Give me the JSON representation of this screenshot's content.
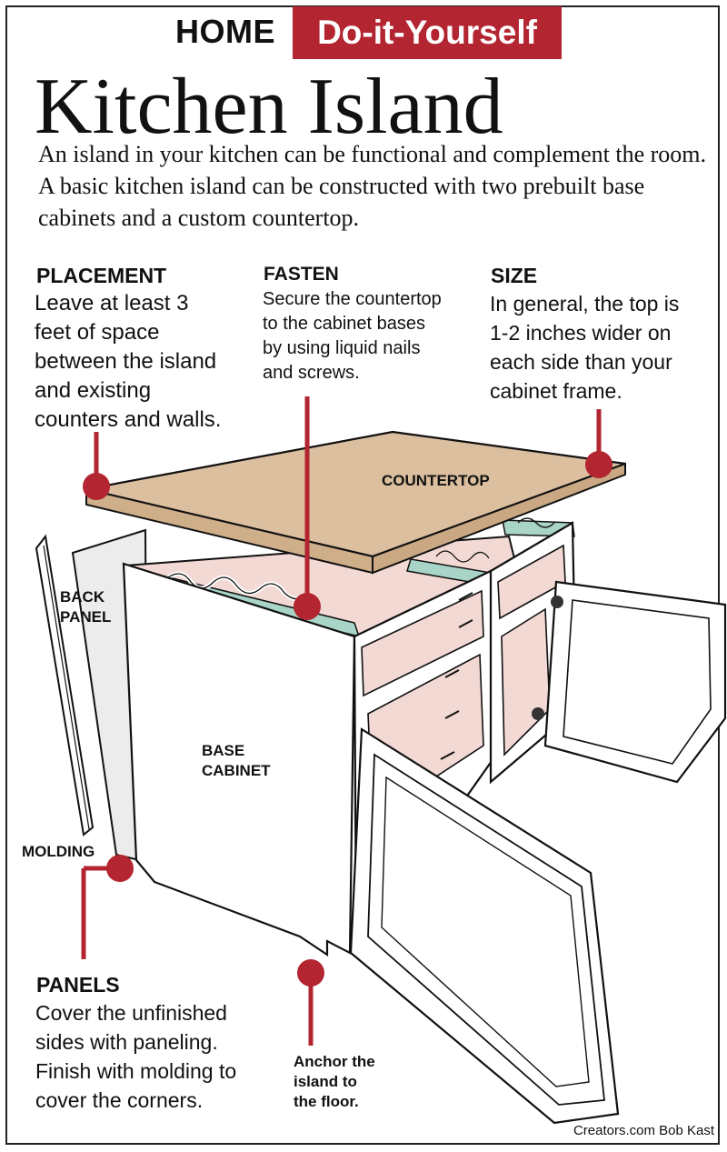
{
  "header": {
    "home": "HOME",
    "section": "Do-it-Yourself"
  },
  "title": "Kitchen Island",
  "intro": "An island in your kitchen can be functional and complement the room. A basic kitchen island can be constructed with two prebuilt base cabinets and a custom countertop.",
  "sections": {
    "placement": {
      "heading": "PLACEMENT",
      "lines": [
        "Leave at least 3",
        "feet of space",
        "between the island",
        "and existing",
        "counters and walls."
      ]
    },
    "fasten": {
      "heading": "FASTEN",
      "lines": [
        "Secure the countertop",
        "to the cabinet bases",
        "by using liquid nails",
        "and screws."
      ]
    },
    "size": {
      "heading": "SIZE",
      "lines": [
        "In general, the top is",
        "1-2 inches wider on",
        "each side than your",
        "cabinet frame."
      ]
    },
    "panels": {
      "heading": "PANELS",
      "lines": [
        "Cover the unfinished",
        "sides with paneling.",
        "Finish with molding to",
        "cover the corners."
      ]
    }
  },
  "labels": {
    "countertop": "COUNTERTOP",
    "back_panel": [
      "BACK",
      "PANEL"
    ],
    "base_cabinet": [
      "BASE",
      "CABINET"
    ],
    "molding": "MOLDING",
    "anchor": [
      "Anchor the",
      "island to",
      "the floor."
    ]
  },
  "credit": "Creators.com Bob Kast",
  "colors": {
    "accent": "#b32530",
    "countertop": "#dcbf9f",
    "cabinet_interior": "#f3d9d4",
    "glue": "#a9d4c8"
  }
}
